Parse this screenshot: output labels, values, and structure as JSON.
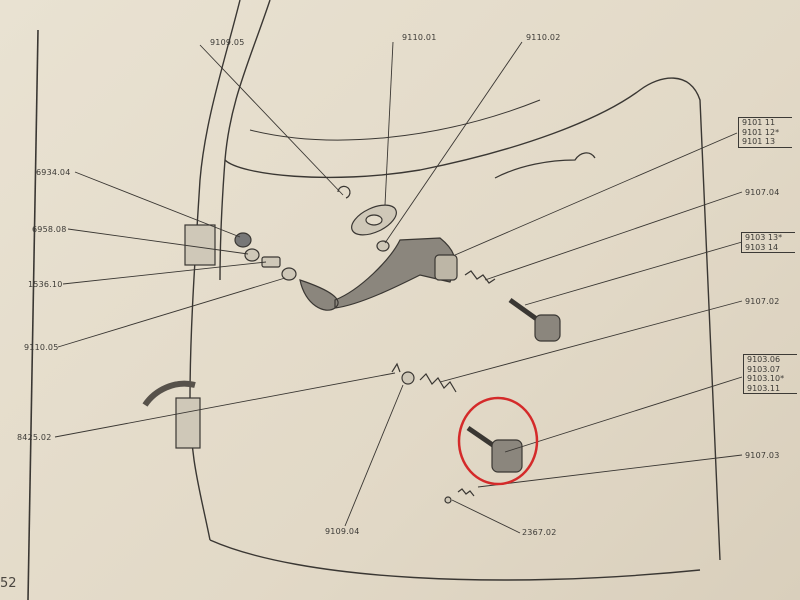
{
  "page_number": "52",
  "callouts": {
    "c9109_05": "9109.05",
    "c9110_01": "9110.01",
    "c9110_02": "9110.02",
    "c6934_04": "6934.04",
    "c6958_08": "6958.08",
    "c1536_10": "1536.10",
    "c9110_05": "9110.05",
    "c8425_02": "8425.02",
    "c9109_04": "9109.04",
    "c9107_04": "9107.04",
    "c9107_02": "9107.02",
    "c9107_03": "9107.03",
    "c2367_02": "2367.02"
  },
  "groups": {
    "g9101": [
      "9101 11",
      "9101 12*",
      "9101 13"
    ],
    "g9103a": [
      "9103 13*",
      "9103 14"
    ],
    "g9103b": [
      "9103.06",
      "9103.07",
      "9103.10*",
      "9103.11"
    ]
  },
  "highlight": {
    "color": "#d42a2a"
  }
}
